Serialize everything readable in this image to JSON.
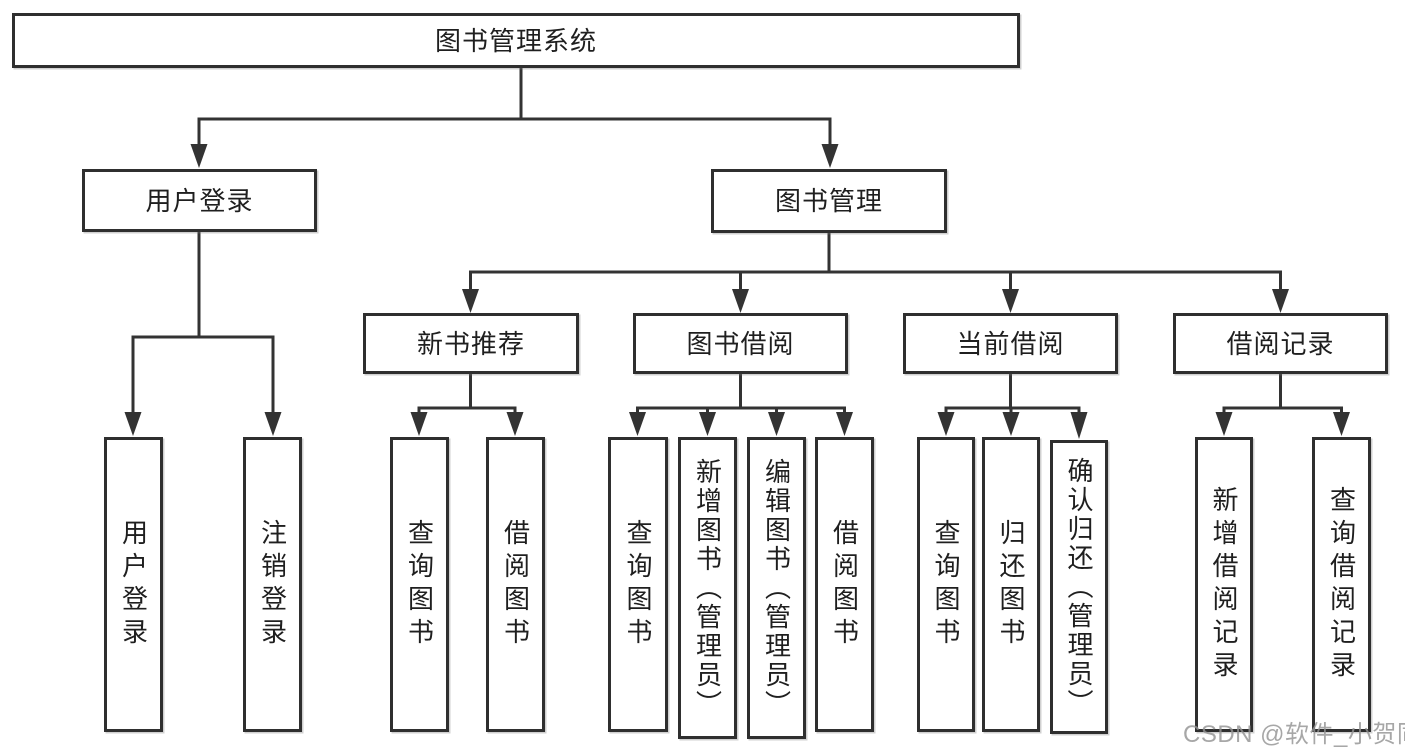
{
  "nodes": {
    "root": "图书管理系统",
    "user_login": "用户登录",
    "book_mgmt": "图书管理",
    "new_book_rec": "新书推荐",
    "book_borrow": "图书借阅",
    "current_borrow": "当前借阅",
    "borrow_records": "借阅记录",
    "ul_login": "用户登录",
    "ul_logout": "注销登录",
    "nbr_query": "查询图书",
    "nbr_borrow": "借阅图书",
    "bb_query": "查询图书",
    "bb_add": "新增图书（管理员）",
    "bb_edit": "编辑图书（管理员）",
    "bb_borrow": "借阅图书",
    "cb_query": "查询图书",
    "cb_return": "归还图书",
    "cb_confirm": "确认归还（管理员）",
    "br_add": "新增借阅记录",
    "br_query": "查询借阅记录"
  },
  "watermark": "CSDN @软件_小贺同学",
  "colors": {
    "line": "#333333",
    "border": "#2f2f2f",
    "text": "#1f1f1f",
    "watermark": "#949494",
    "background": "#ffffff"
  }
}
